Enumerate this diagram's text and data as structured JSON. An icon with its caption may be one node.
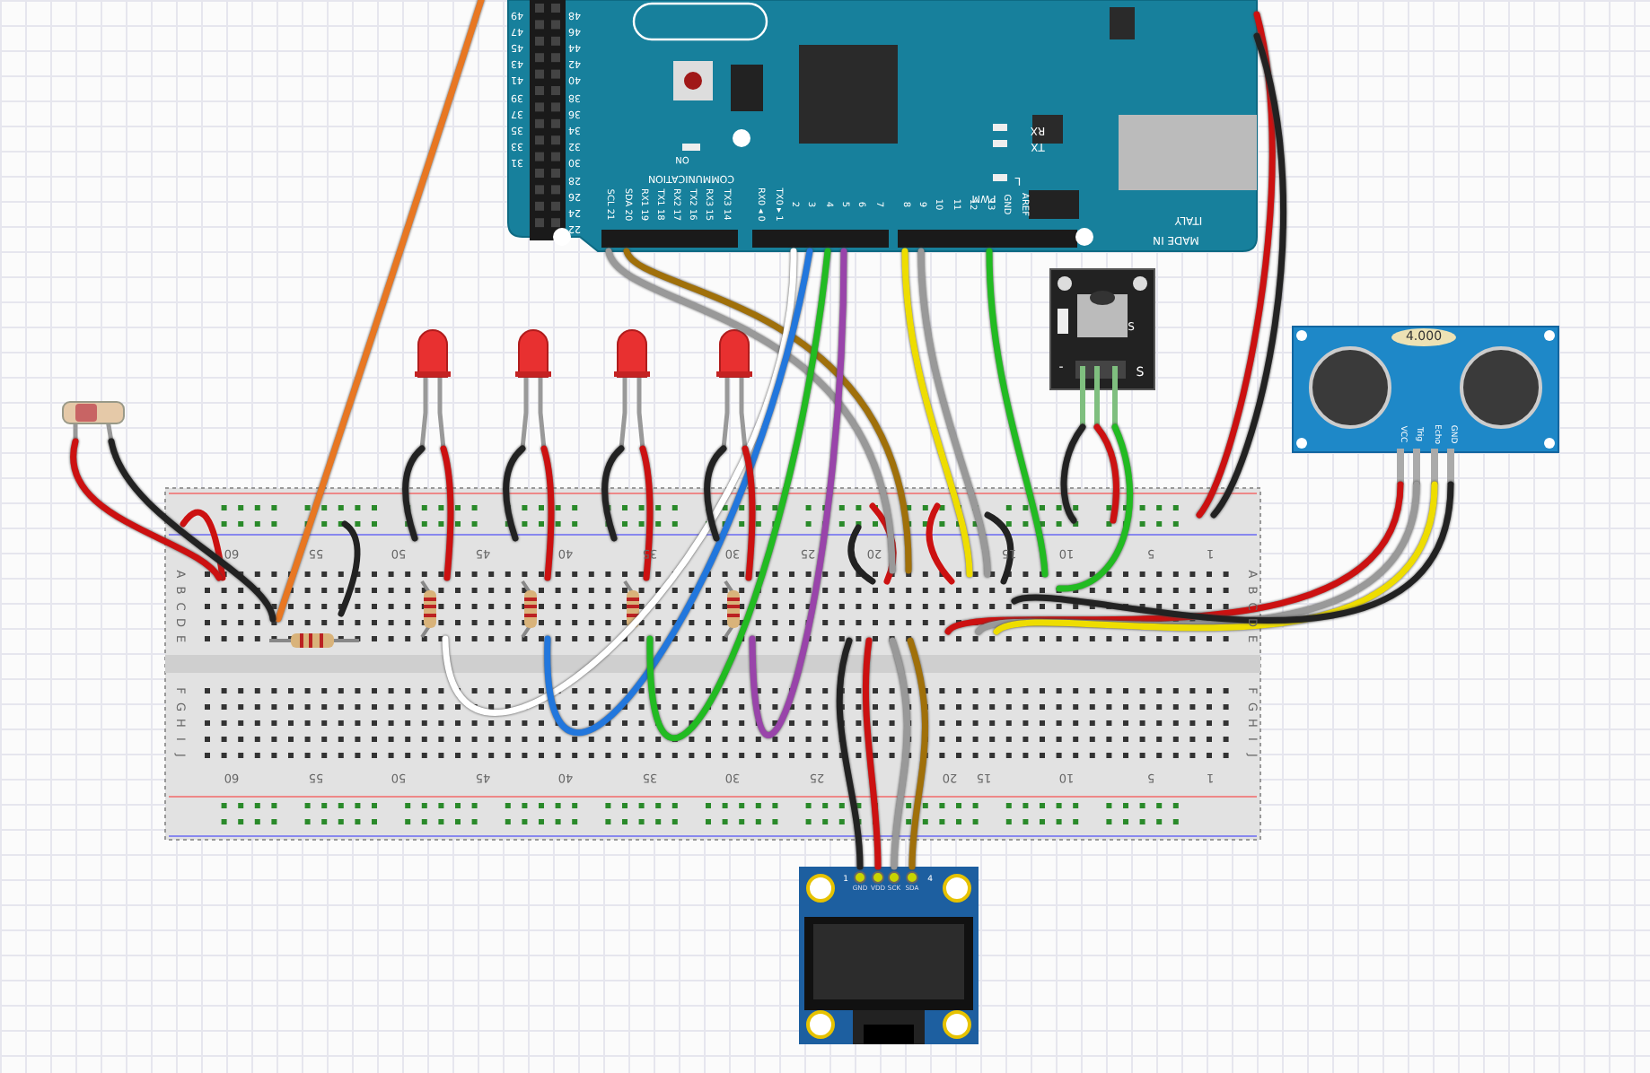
{
  "diagram": {
    "nodes": [
      {
        "text": [],
        "shape": "picture"
      },
      {
        "text": [],
        "shape": "picture"
      },
      {
        "text": [],
        "shape": "picture"
      },
      {
        "text": [],
        "shape": "picture"
      },
      {
        "text": [],
        "shape": "picture"
      },
      {
        "text": [],
        "shape": "picture"
      },
      {
        "text": [],
        "shape": "picture"
      },
      {
        "text": [],
        "shape": "picture"
      },
      {
        "text": [],
        "shape": "picture"
      },
      {
        "text": [],
        "shape": "picture"
      }
    ],
    "edges": [
      {
        "from": null,
        "to": 1,
        "arrow": "none",
        "color": "#e87722"
      },
      {
        "from": 0,
        "to": 1,
        "arrow": "none",
        "color": "#cc1111"
      },
      {
        "from": 0,
        "to": 1,
        "arrow": "none",
        "color": "#222222"
      },
      {
        "from": 0,
        "to": 1,
        "arrow": "none",
        "color": "#999999"
      },
      {
        "from": 0,
        "to": 1,
        "arrow": "none",
        "color": "#a0700a"
      },
      {
        "from": 0,
        "to": 1,
        "arrow": "none",
        "color": "#ffffff"
      },
      {
        "from": 0,
        "to": 1,
        "arrow": "none",
        "color": "#2277dd"
      },
      {
        "from": 0,
        "to": 1,
        "arrow": "none",
        "color": "#22bb22"
      },
      {
        "from": 0,
        "to": 1,
        "arrow": "none",
        "color": "#9944aa"
      },
      {
        "from": 0,
        "to": 1,
        "arrow": "none",
        "color": "#eedd00"
      },
      {
        "from": 0,
        "to": 1,
        "arrow": "none",
        "color": "#999999"
      },
      {
        "from": 0,
        "to": 1,
        "arrow": "none",
        "color": "#22bb22"
      },
      {
        "from": 2,
        "to": 1,
        "arrow": "none",
        "color": "#cc1111"
      },
      {
        "from": 2,
        "to": 1,
        "arrow": "none",
        "color": "#222222"
      },
      {
        "from": 3,
        "to": 1,
        "arrow": "none",
        "color": "#222222"
      },
      {
        "from": 3,
        "to": 1,
        "arrow": "none",
        "color": "#cc1111"
      },
      {
        "from": 4,
        "to": 1,
        "arrow": "none",
        "color": "#222222"
      },
      {
        "from": 4,
        "to": 1,
        "arrow": "none",
        "color": "#cc1111"
      },
      {
        "from": 5,
        "to": 1,
        "arrow": "none",
        "color": "#222222"
      },
      {
        "from": 5,
        "to": 1,
        "arrow": "none",
        "color": "#cc1111"
      },
      {
        "from": 6,
        "to": 1,
        "arrow": "none",
        "color": "#222222"
      },
      {
        "from": 6,
        "to": 1,
        "arrow": "none",
        "color": "#cc1111"
      },
      {
        "from": 7,
        "to": 1,
        "arrow": "none",
        "color": "#222222"
      },
      {
        "from": 7,
        "to": 1,
        "arrow": "none",
        "color": "#cc1111"
      },
      {
        "from": 7,
        "to": 1,
        "arrow": "none",
        "color": "#22bb22"
      },
      {
        "from": 8,
        "to": 1,
        "arrow": "none",
        "color": "#cc1111"
      },
      {
        "from": 8,
        "to": 1,
        "arrow": "none",
        "color": "#999999"
      },
      {
        "from": 8,
        "to": 1,
        "arrow": "none",
        "color": "#eedd00"
      },
      {
        "from": 8,
        "to": 1,
        "arrow": "none",
        "color": "#222222"
      },
      {
        "from": 1,
        "to": 9,
        "arrow": "none",
        "color": "#222222"
      },
      {
        "from": 1,
        "to": 9,
        "arrow": "none",
        "color": "#cc1111"
      },
      {
        "from": 1,
        "to": 9,
        "arrow": "none",
        "color": "#999999"
      },
      {
        "from": 1,
        "to": 9,
        "arrow": "none",
        "color": "#a0700a"
      }
    ],
    "labels": [
      "49",
      "48",
      "47",
      "46",
      "45",
      "44",
      "43",
      "42",
      "41",
      "40",
      "39",
      "38",
      "37",
      "36",
      "35",
      "34",
      "33",
      "32",
      "31",
      "30",
      "28",
      "26",
      "24",
      "22",
      "RX",
      "TX",
      "ON",
      "COMMUNICATION",
      "L",
      "PWM",
      "SCL 21",
      "SDA 20",
      "RX1 19",
      "TX1 18",
      "RX2 17",
      "TX2 16",
      "RX3 15",
      "TX3 14",
      "RX0 ◂ 0",
      "TX0 ▸ 1",
      "2",
      "3",
      "4",
      "5",
      "6",
      "7",
      "8",
      "9",
      "10",
      "11",
      "12",
      "13",
      "GND",
      "AREF",
      "ITALY",
      "MADE IN",
      "S",
      "-",
      "S",
      "4.000",
      "VCC",
      "Trig",
      "Echo",
      "GND",
      "60",
      "55",
      "50",
      "45",
      "40",
      "35",
      "30",
      "25",
      "20",
      "15",
      "10",
      "5",
      "1",
      "A",
      "A",
      "B",
      "B",
      "C",
      "C",
      "D",
      "D",
      "E",
      "E",
      "F",
      "F",
      "G",
      "G",
      "H",
      "H",
      "I",
      "I",
      "J",
      "J",
      "60",
      "55",
      "50",
      "45",
      "40",
      "35",
      "30",
      "25",
      "20",
      "15",
      "10",
      "5",
      "1",
      "1",
      "GND",
      "VDD",
      "SCK",
      "SDA",
      "4"
    ]
  }
}
